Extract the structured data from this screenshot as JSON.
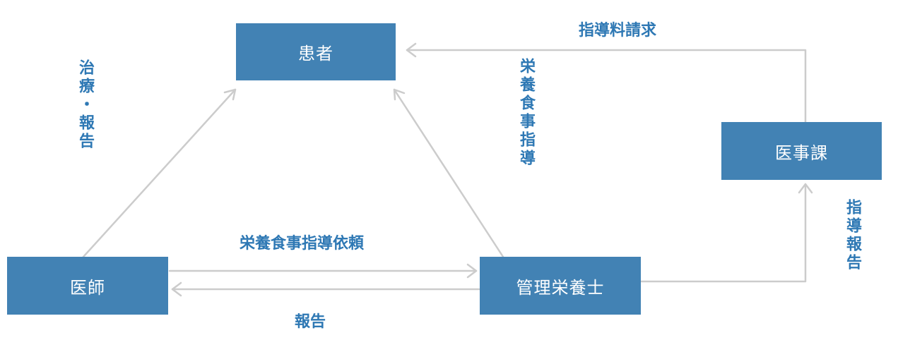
{
  "colors": {
    "node_fill": "#4282b4",
    "node_text": "#ffffff",
    "label_text": "#2e78b4",
    "arrow": "#cccccc"
  },
  "nodes": {
    "patient": "患者",
    "doctor": "医師",
    "dietitian": "管理栄養士",
    "medical_affairs": "医事課"
  },
  "edge_labels": {
    "treatment_report": "治療・報告",
    "nutrition_guidance": "栄養食事指導",
    "guidance_request": "栄養食事指導依頼",
    "report": "報告",
    "fee_claim": "指導料請求",
    "guidance_report": "指導報告"
  }
}
